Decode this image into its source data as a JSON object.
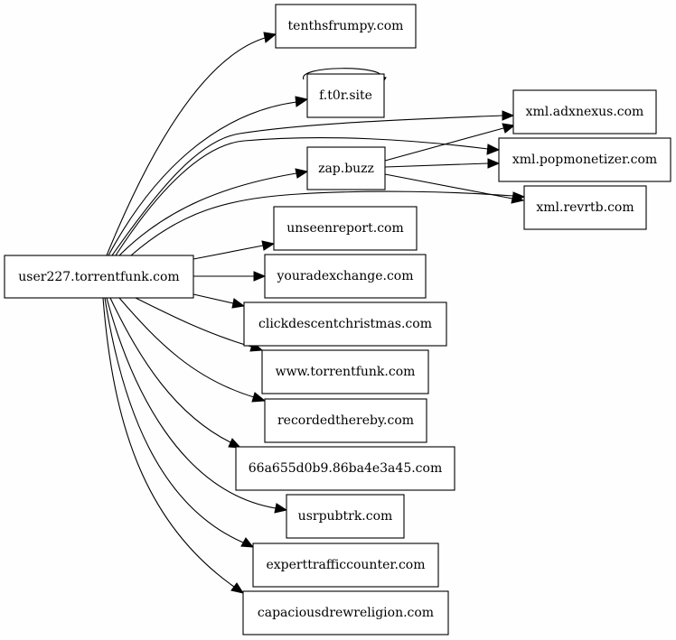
{
  "graph": {
    "nodes": {
      "root": "user227.torrentfunk.com",
      "tenthsfrumpy": "tenthsfrumpy.com",
      "ft0r": "f.t0r.site",
      "adxnexus": "xml.adxnexus.com",
      "zap": "zap.buzz",
      "popmonetizer": "xml.popmonetizer.com",
      "revrtb": "xml.revrtb.com",
      "unseenreport": "unseenreport.com",
      "youradexchange": "youradexchange.com",
      "clickdescent": "clickdescentchristmas.com",
      "torrentfunk": "www.torrentfunk.com",
      "recordedthereby": "recordedthereby.com",
      "hexhost": "66a655d0b9.86ba4e3a45.com",
      "usrpubtrk": "usrpubtrk.com",
      "experttraffic": "experttrafficcounter.com",
      "capacious": "capaciousdrewreligion.com"
    },
    "edges": [
      [
        "root",
        "tenthsfrumpy"
      ],
      [
        "root",
        "ft0r"
      ],
      [
        "ft0r",
        "ft0r"
      ],
      [
        "root",
        "adxnexus"
      ],
      [
        "root",
        "popmonetizer"
      ],
      [
        "root",
        "zap"
      ],
      [
        "root",
        "revrtb"
      ],
      [
        "zap",
        "adxnexus"
      ],
      [
        "zap",
        "popmonetizer"
      ],
      [
        "zap",
        "revrtb"
      ],
      [
        "root",
        "unseenreport"
      ],
      [
        "root",
        "youradexchange"
      ],
      [
        "root",
        "clickdescent"
      ],
      [
        "root",
        "torrentfunk"
      ],
      [
        "root",
        "recordedthereby"
      ],
      [
        "root",
        "hexhost"
      ],
      [
        "root",
        "usrpubtrk"
      ],
      [
        "root",
        "experttraffic"
      ],
      [
        "root",
        "capacious"
      ]
    ]
  }
}
